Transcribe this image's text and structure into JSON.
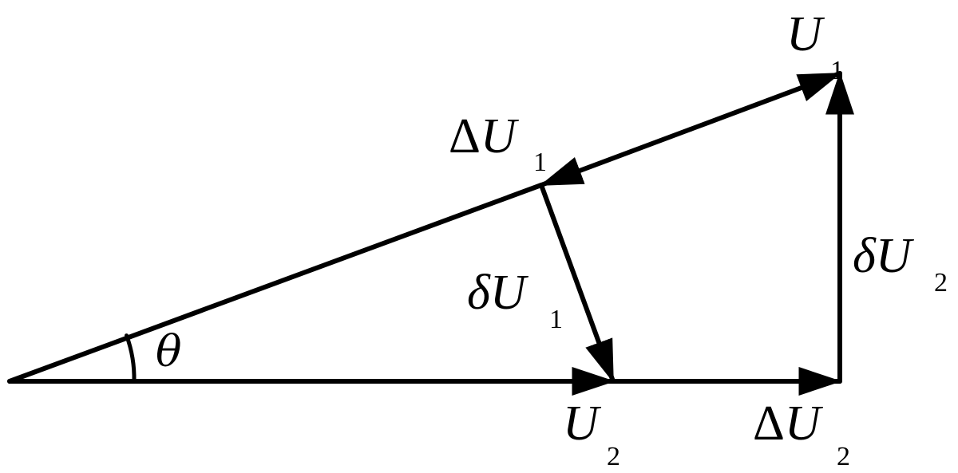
{
  "labels": {
    "u1": {
      "main": "U",
      "sub": "1"
    },
    "delta_u1": {
      "prefix": "Δ",
      "main": "U",
      "sub": "1"
    },
    "delta_small_u1": {
      "prefix": "δ",
      "main": "U",
      "sub": "1"
    },
    "delta_small_u2": {
      "prefix": "δ",
      "main": "U",
      "sub": "2"
    },
    "u2": {
      "main": "U",
      "sub": "2"
    },
    "delta_u2": {
      "prefix": "Δ",
      "main": "U",
      "sub": "2"
    },
    "theta": "θ"
  },
  "colors": {
    "stroke": "#000000",
    "background": "#ffffff"
  }
}
